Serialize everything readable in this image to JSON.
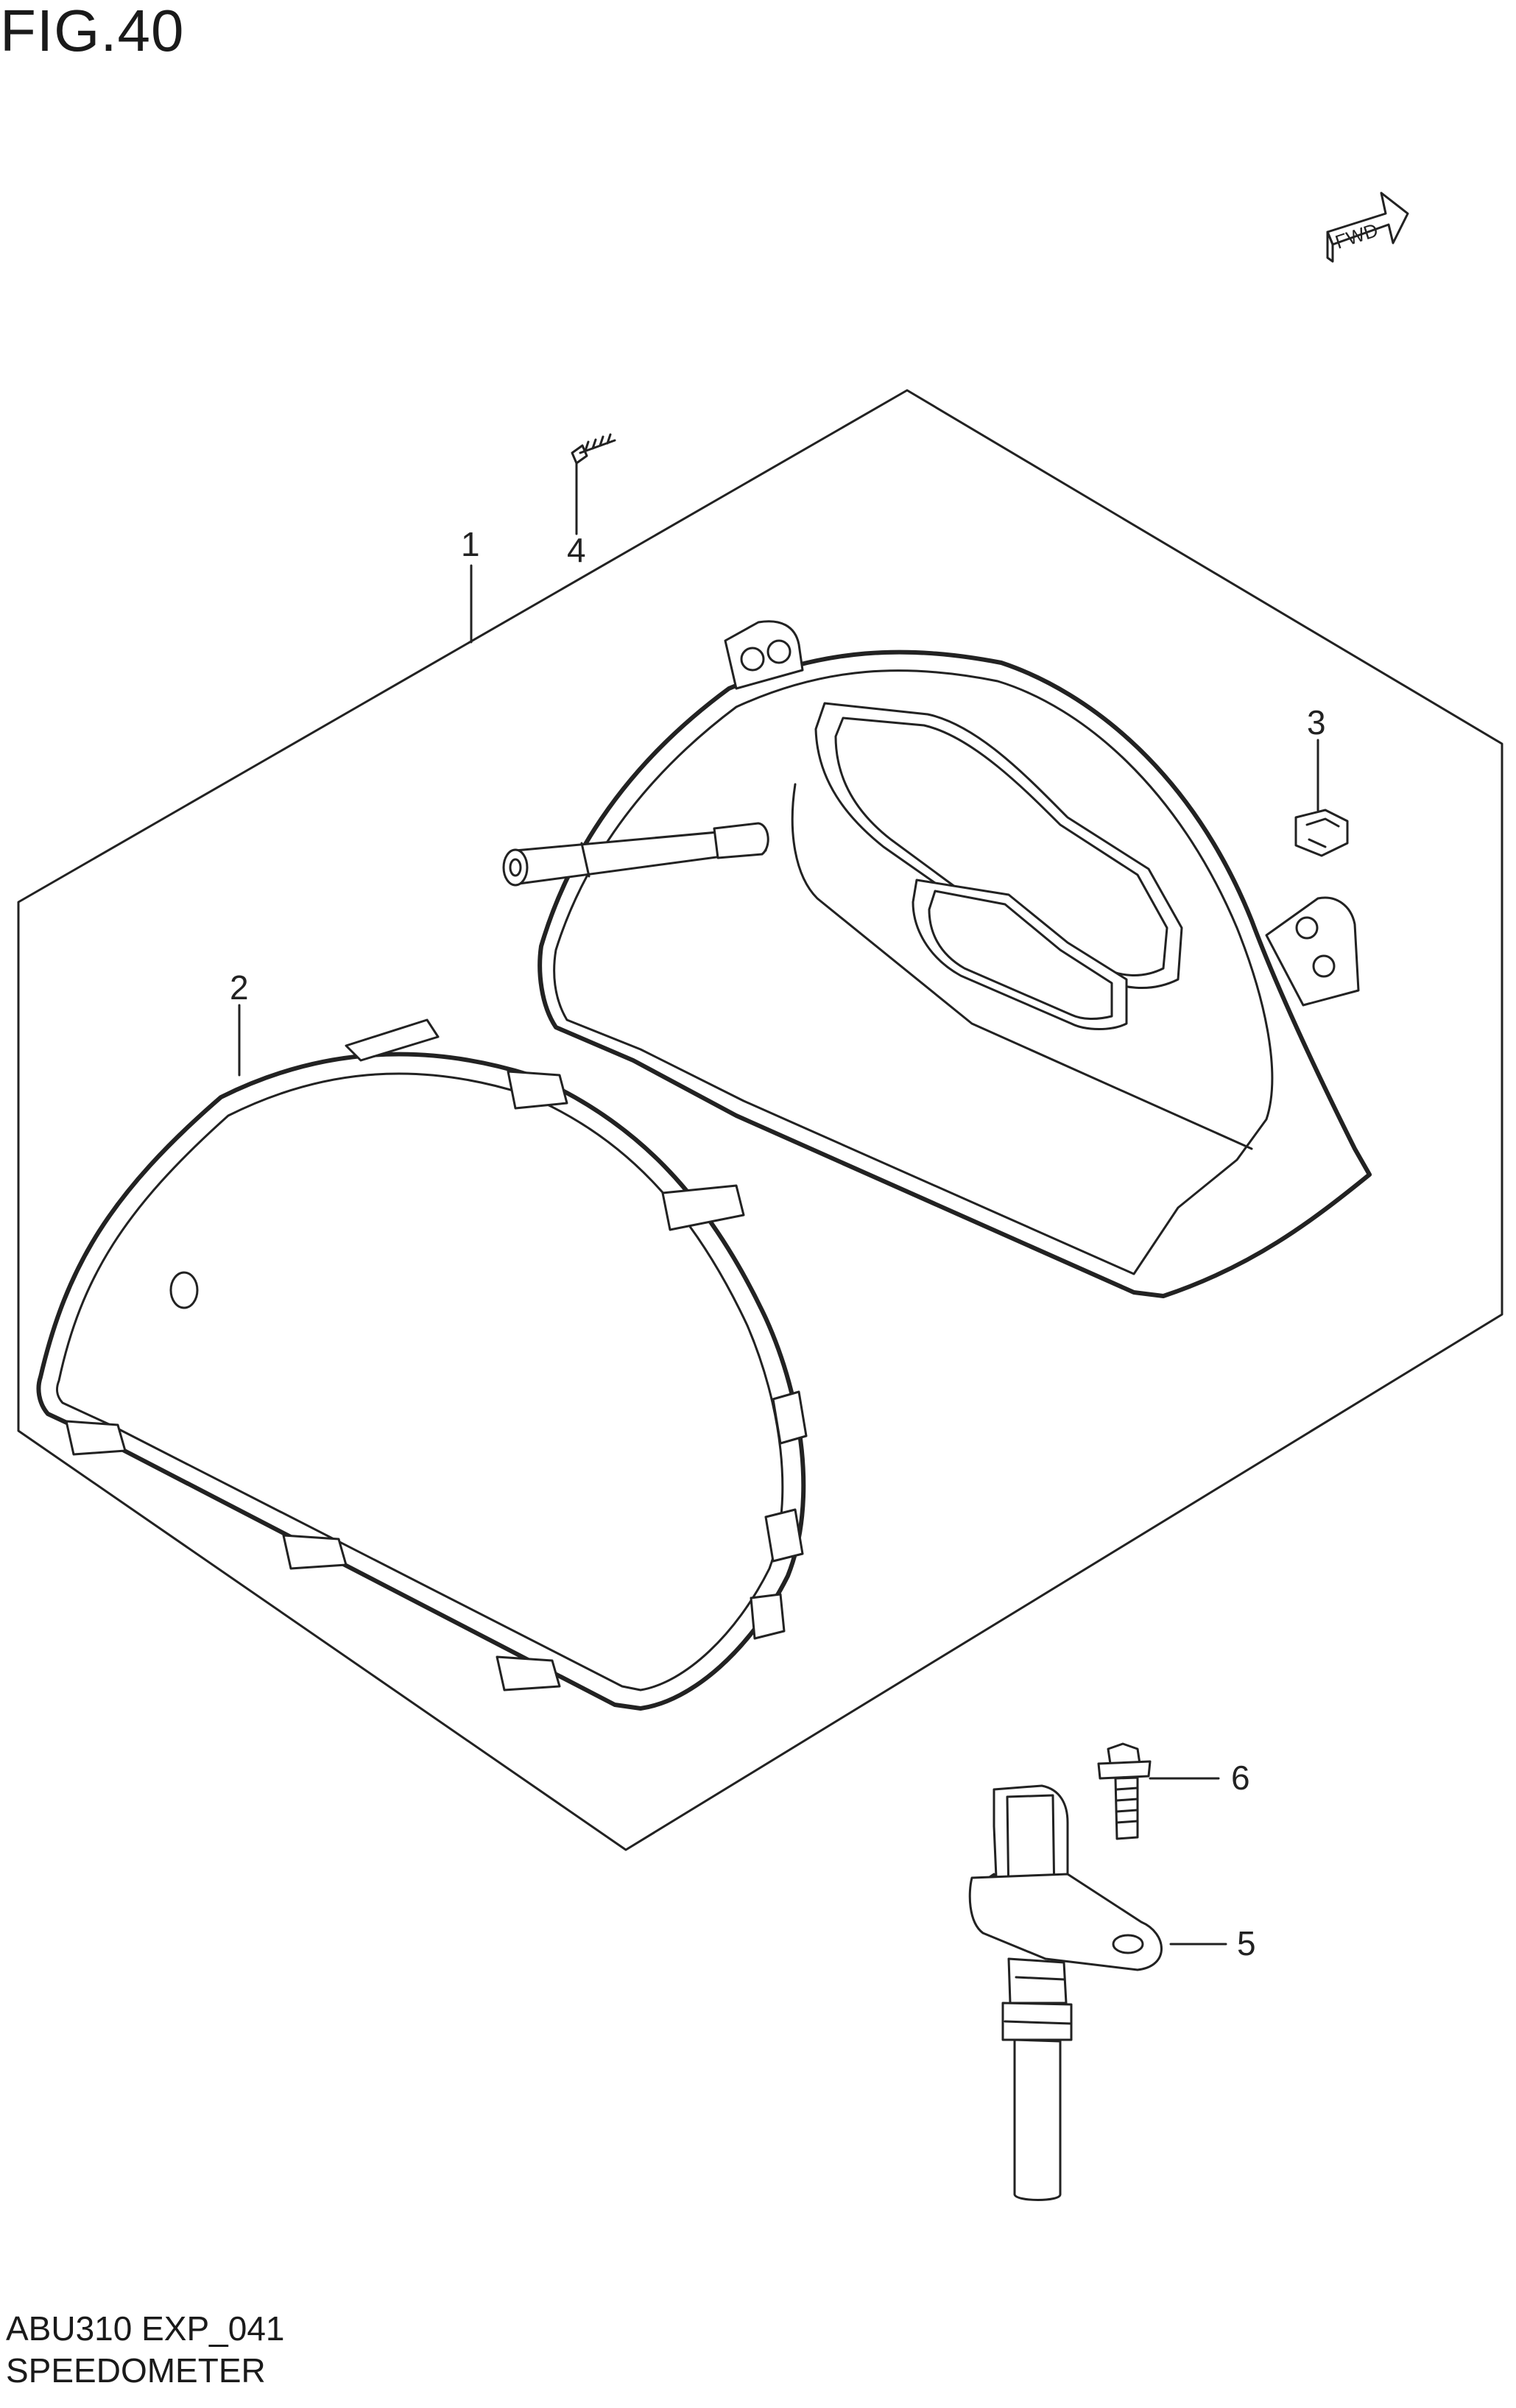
{
  "figure_label": "FIG.40",
  "fwd_label": "FWD",
  "footer": {
    "model_code": "ABU310 EXP_041",
    "section_name": "SPEEDOMETER"
  },
  "callouts": [
    {
      "id": "1",
      "label": "1"
    },
    {
      "id": "2",
      "label": "2"
    },
    {
      "id": "3",
      "label": "3"
    },
    {
      "id": "4",
      "label": "4"
    },
    {
      "id": "5",
      "label": "5"
    },
    {
      "id": "6",
      "label": "6"
    }
  ],
  "parts": {
    "assembly_outline": "hexagon",
    "icons": [
      "fwd-arrow-icon",
      "screw-icon",
      "clip-icon",
      "bolt-icon",
      "sensor-icon"
    ]
  }
}
